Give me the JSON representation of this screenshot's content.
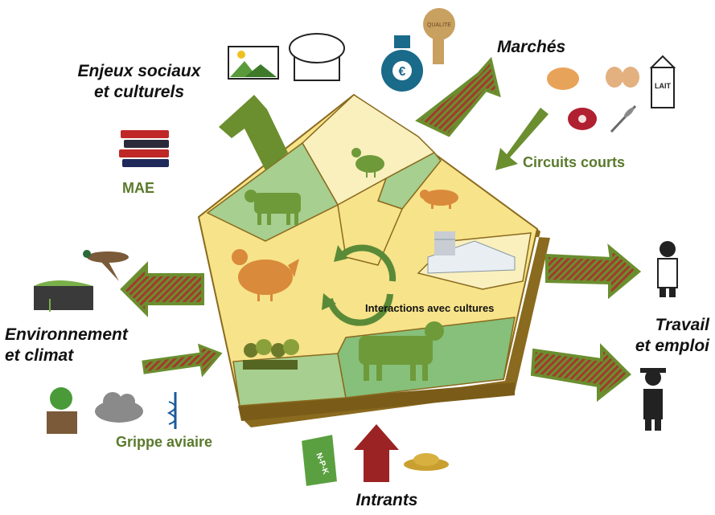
{
  "labels": {
    "enjeux": "Enjeux sociaux\net culturels",
    "marches": "Marchés",
    "circuits": "Circuits courts",
    "mae": "MAE",
    "environnement": "Environnement\net climat",
    "grippe": "Grippe aviaire",
    "travail": "Travail\net emploi",
    "intrants": "Intrants",
    "interactions": "Interactions avec cultures",
    "npk": "N-P-K",
    "euro": "€",
    "qualite": "QUALITE",
    "lait": "LAIT"
  },
  "colors": {
    "arrow_green": "#6b8e2f",
    "arrow_stripe": "#a33a2c",
    "intrant_arrow": "#9b2323",
    "field_yellow": "#f7e38a",
    "field_light_yellow": "#f9f0be",
    "field_green": "#a7cf8f",
    "field_dark_green": "#86c07a",
    "soil": "#8a6a1e",
    "animal_green": "#6f9a3a",
    "animal_orange": "#d98a3a"
  }
}
